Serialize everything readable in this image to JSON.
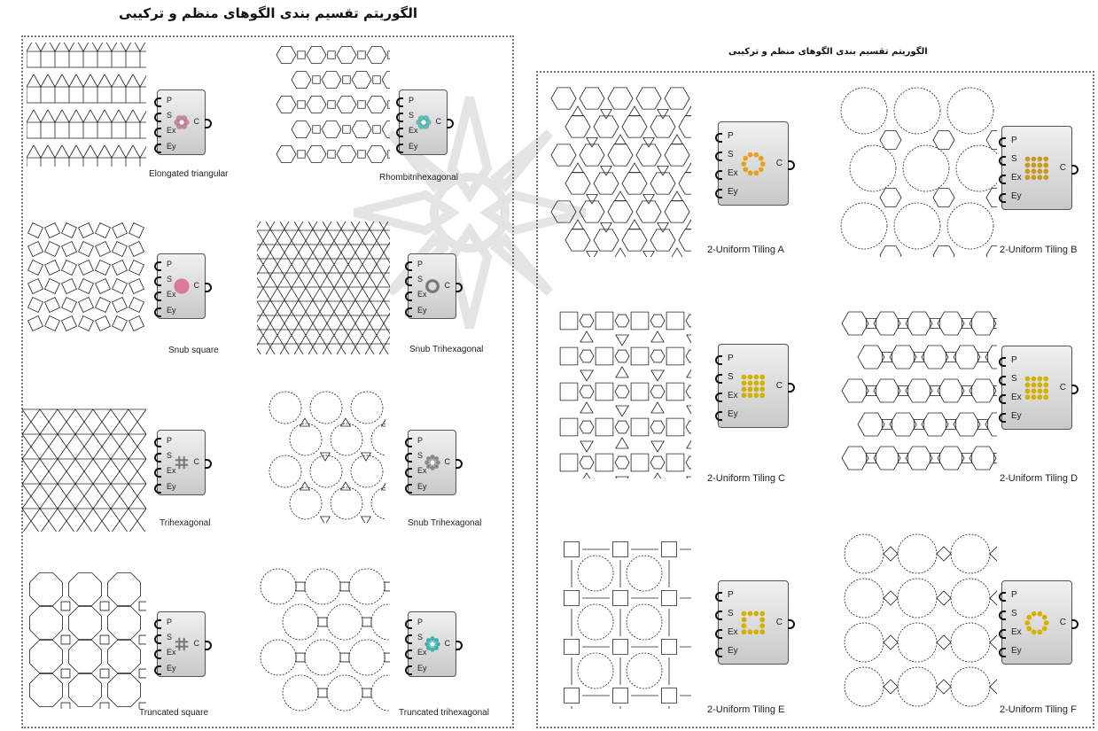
{
  "titles": {
    "left": "الگوریتم تقسیم بندی الگوهای منظم و ترکیبی",
    "right": "الگوریتم تقسیم بندی الگوهای منظم و ترکیبی"
  },
  "ports": {
    "p": "P",
    "s": "S",
    "ex": "Ex",
    "ey": "Ey",
    "c": "C"
  },
  "left_tiles": [
    {
      "caption": "Elongated triangular",
      "pattern": "elongated-triangular",
      "emblem": "hex-flower",
      "emblem_color": "#b97a8e"
    },
    {
      "caption": "Rhombitrihexagonal",
      "pattern": "rhombitrihexagonal",
      "emblem": "hex-flower",
      "emblem_color": "#4fb3b3"
    },
    {
      "caption": "Snub square",
      "pattern": "snub-square",
      "emblem": "disc",
      "emblem_color": "#d87b98"
    },
    {
      "caption": "Snub Trihexagonal",
      "pattern": "snub-trihexagonal-lines",
      "emblem": "ring",
      "emblem_color": "#777777"
    },
    {
      "caption": "Trihexagonal",
      "pattern": "trihexagonal",
      "emblem": "hash",
      "emblem_color": "#777777"
    },
    {
      "caption": "Snub Trihexagonal",
      "pattern": "snub-trihexagonal-circles",
      "emblem": "gear",
      "emblem_color": "#888888"
    },
    {
      "caption": "Truncated square",
      "pattern": "truncated-square",
      "emblem": "hash",
      "emblem_color": "#777777"
    },
    {
      "caption": "Truncated trihexagonal",
      "pattern": "truncated-trihexagonal",
      "emblem": "gear",
      "emblem_color": "#3bb3b3"
    }
  ],
  "right_tiles": [
    {
      "caption": "2-Uniform Tiling A",
      "pattern": "uniform-a",
      "emblem": "dot-ring",
      "emblem_color": "#e8a020"
    },
    {
      "caption": "2-Uniform Tiling B",
      "pattern": "uniform-b",
      "emblem": "dot-grid",
      "emblem_color": "#c89a20"
    },
    {
      "caption": "2-Uniform Tiling C",
      "pattern": "uniform-c",
      "emblem": "dot-grid",
      "emblem_color": "#d4b000"
    },
    {
      "caption": "2-Uniform Tiling D",
      "pattern": "uniform-d",
      "emblem": "dot-grid",
      "emblem_color": "#d4b000"
    },
    {
      "caption": "2-Uniform Tiling E",
      "pattern": "uniform-e",
      "emblem": "dot-cross",
      "emblem_color": "#d4b000"
    },
    {
      "caption": "2-Uniform Tiling F",
      "pattern": "uniform-f",
      "emblem": "dot-ring",
      "emblem_color": "#d4b000"
    }
  ]
}
